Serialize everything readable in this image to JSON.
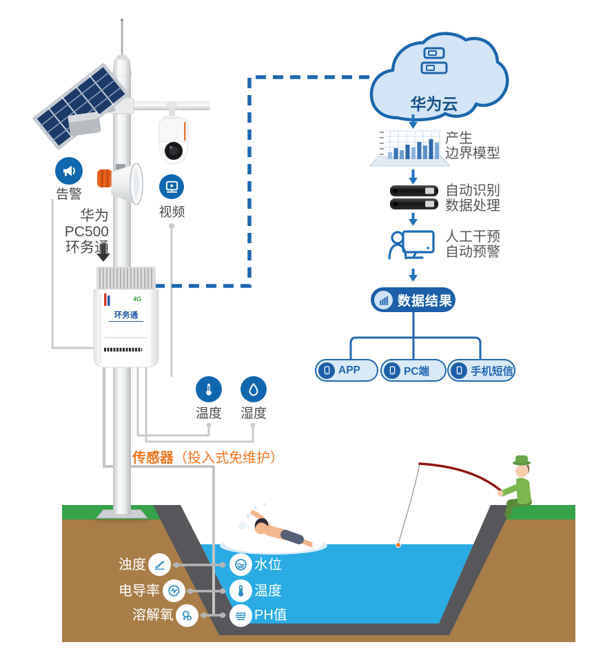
{
  "station": {
    "alarm_label": "告警",
    "device_title_line1": "华为PC500",
    "device_title_line2": "环务通",
    "video_label": "视频",
    "device_brand": "环务通",
    "device_badge": "4G",
    "air_sensors": [
      {
        "label": "温度"
      },
      {
        "label": "湿度"
      }
    ],
    "sensor_note_title": "传感器",
    "sensor_note_detail": "（投入式免维护）"
  },
  "cloud": {
    "label": "华为云"
  },
  "flow": {
    "steps": [
      {
        "line1": "产生",
        "line2": "边界模型"
      },
      {
        "line1": "自动识别",
        "line2": "数据处理"
      },
      {
        "line1": "人工干预",
        "line2": "自动预警"
      }
    ],
    "result_label": "数据结果",
    "outputs": [
      {
        "label": "APP"
      },
      {
        "label": "PC端"
      },
      {
        "label": "手机短信"
      }
    ]
  },
  "water_quality": {
    "left": [
      {
        "label": "浊度"
      },
      {
        "label": "电导率"
      },
      {
        "label": "溶解氧"
      }
    ],
    "right": [
      {
        "label": "水位"
      },
      {
        "label": "温度"
      },
      {
        "label": "PH值"
      }
    ]
  },
  "colors": {
    "primary_blue": "#1c67b1",
    "badge_blue": "#1067ae",
    "pill_fill": "#d9e9f7",
    "pill_border": "#2368b2",
    "result_fill": "#1d5fa8",
    "cloud_fill": "#d3e5f6",
    "orange_text": "#f0761f",
    "water": "#2aabe3",
    "soil": "#a87d48",
    "grass": "#36a24a",
    "pond_liner": "#57575b",
    "connector_gray": "#c9c9c9",
    "text_gray": "#56565a"
  }
}
